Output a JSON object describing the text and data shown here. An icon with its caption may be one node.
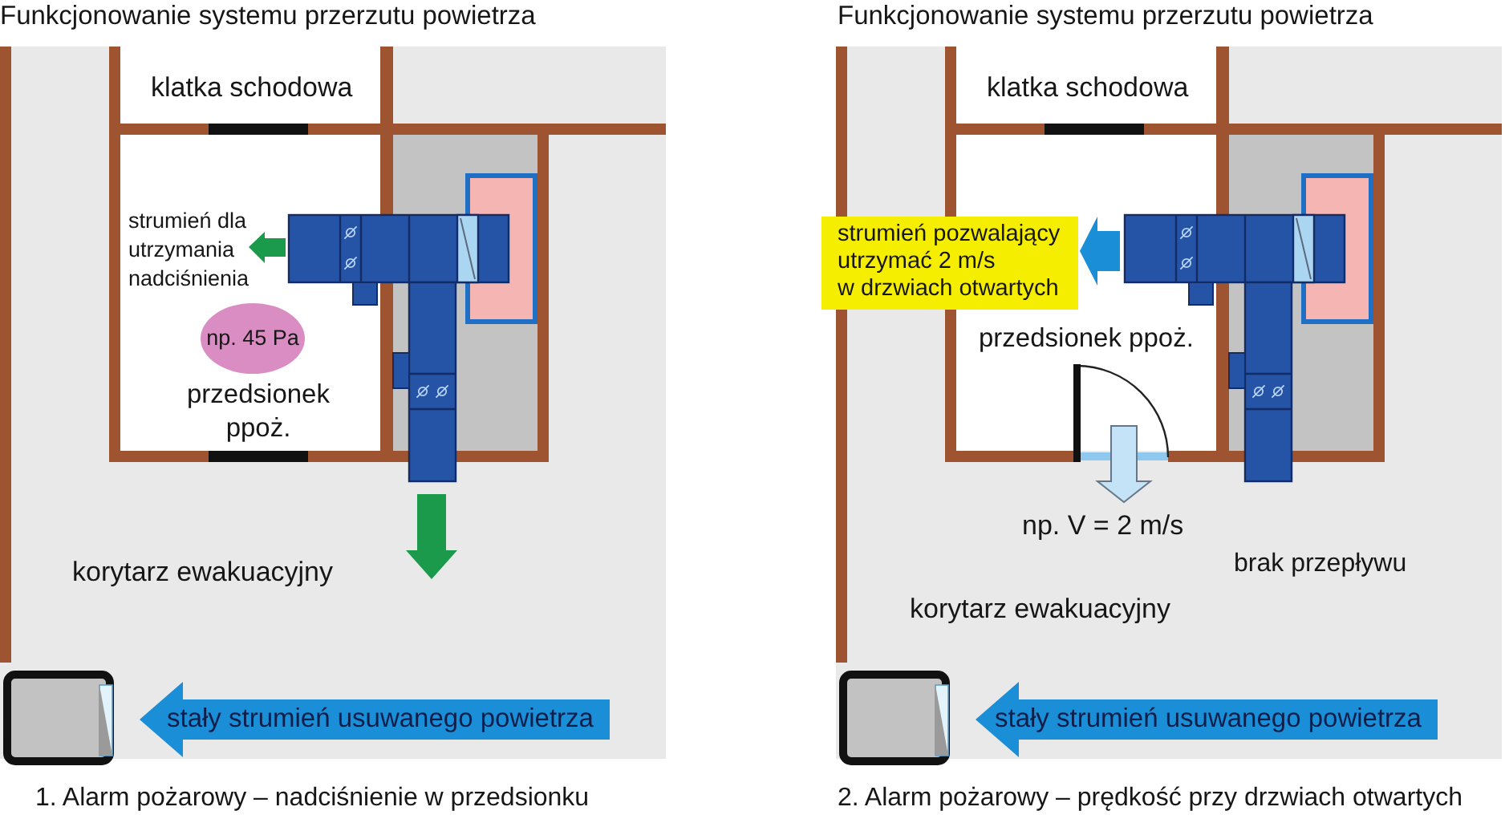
{
  "diagram": {
    "nodes": [
      {
        "text": [
          "np. 45 Pa"
        ]
      },
      {
        "text": [
          "stały strumień usuwanego powietrza"
        ]
      },
      {
        "text": [
          "strumień pozwalający utrzymać 2 m/s w drzwiach otwartych"
        ]
      },
      {
        "text": [
          "stały strumień usuwanego powietrza"
        ]
      }
    ],
    "labels": [
      "Funkcjonowanie systemu przerzutu powietrza",
      "klatka schodowa",
      "strumień dla utrzymania nadciśnienia",
      "przedsionek ppoż.",
      "korytarz ewakuacyjny",
      "1. Alarm pożarowy – nadciśnienie w przedsionku",
      "Funkcjonowanie systemu przerzutu powietrza",
      "klatka schodowa",
      "przedsionek ppoż.",
      "np. V = 2 m/s",
      "brak przepływu",
      "korytarz ewakuacyjny",
      "2. Alarm pożarowy – prędkość przy drzwiach otwartych"
    ]
  }
}
